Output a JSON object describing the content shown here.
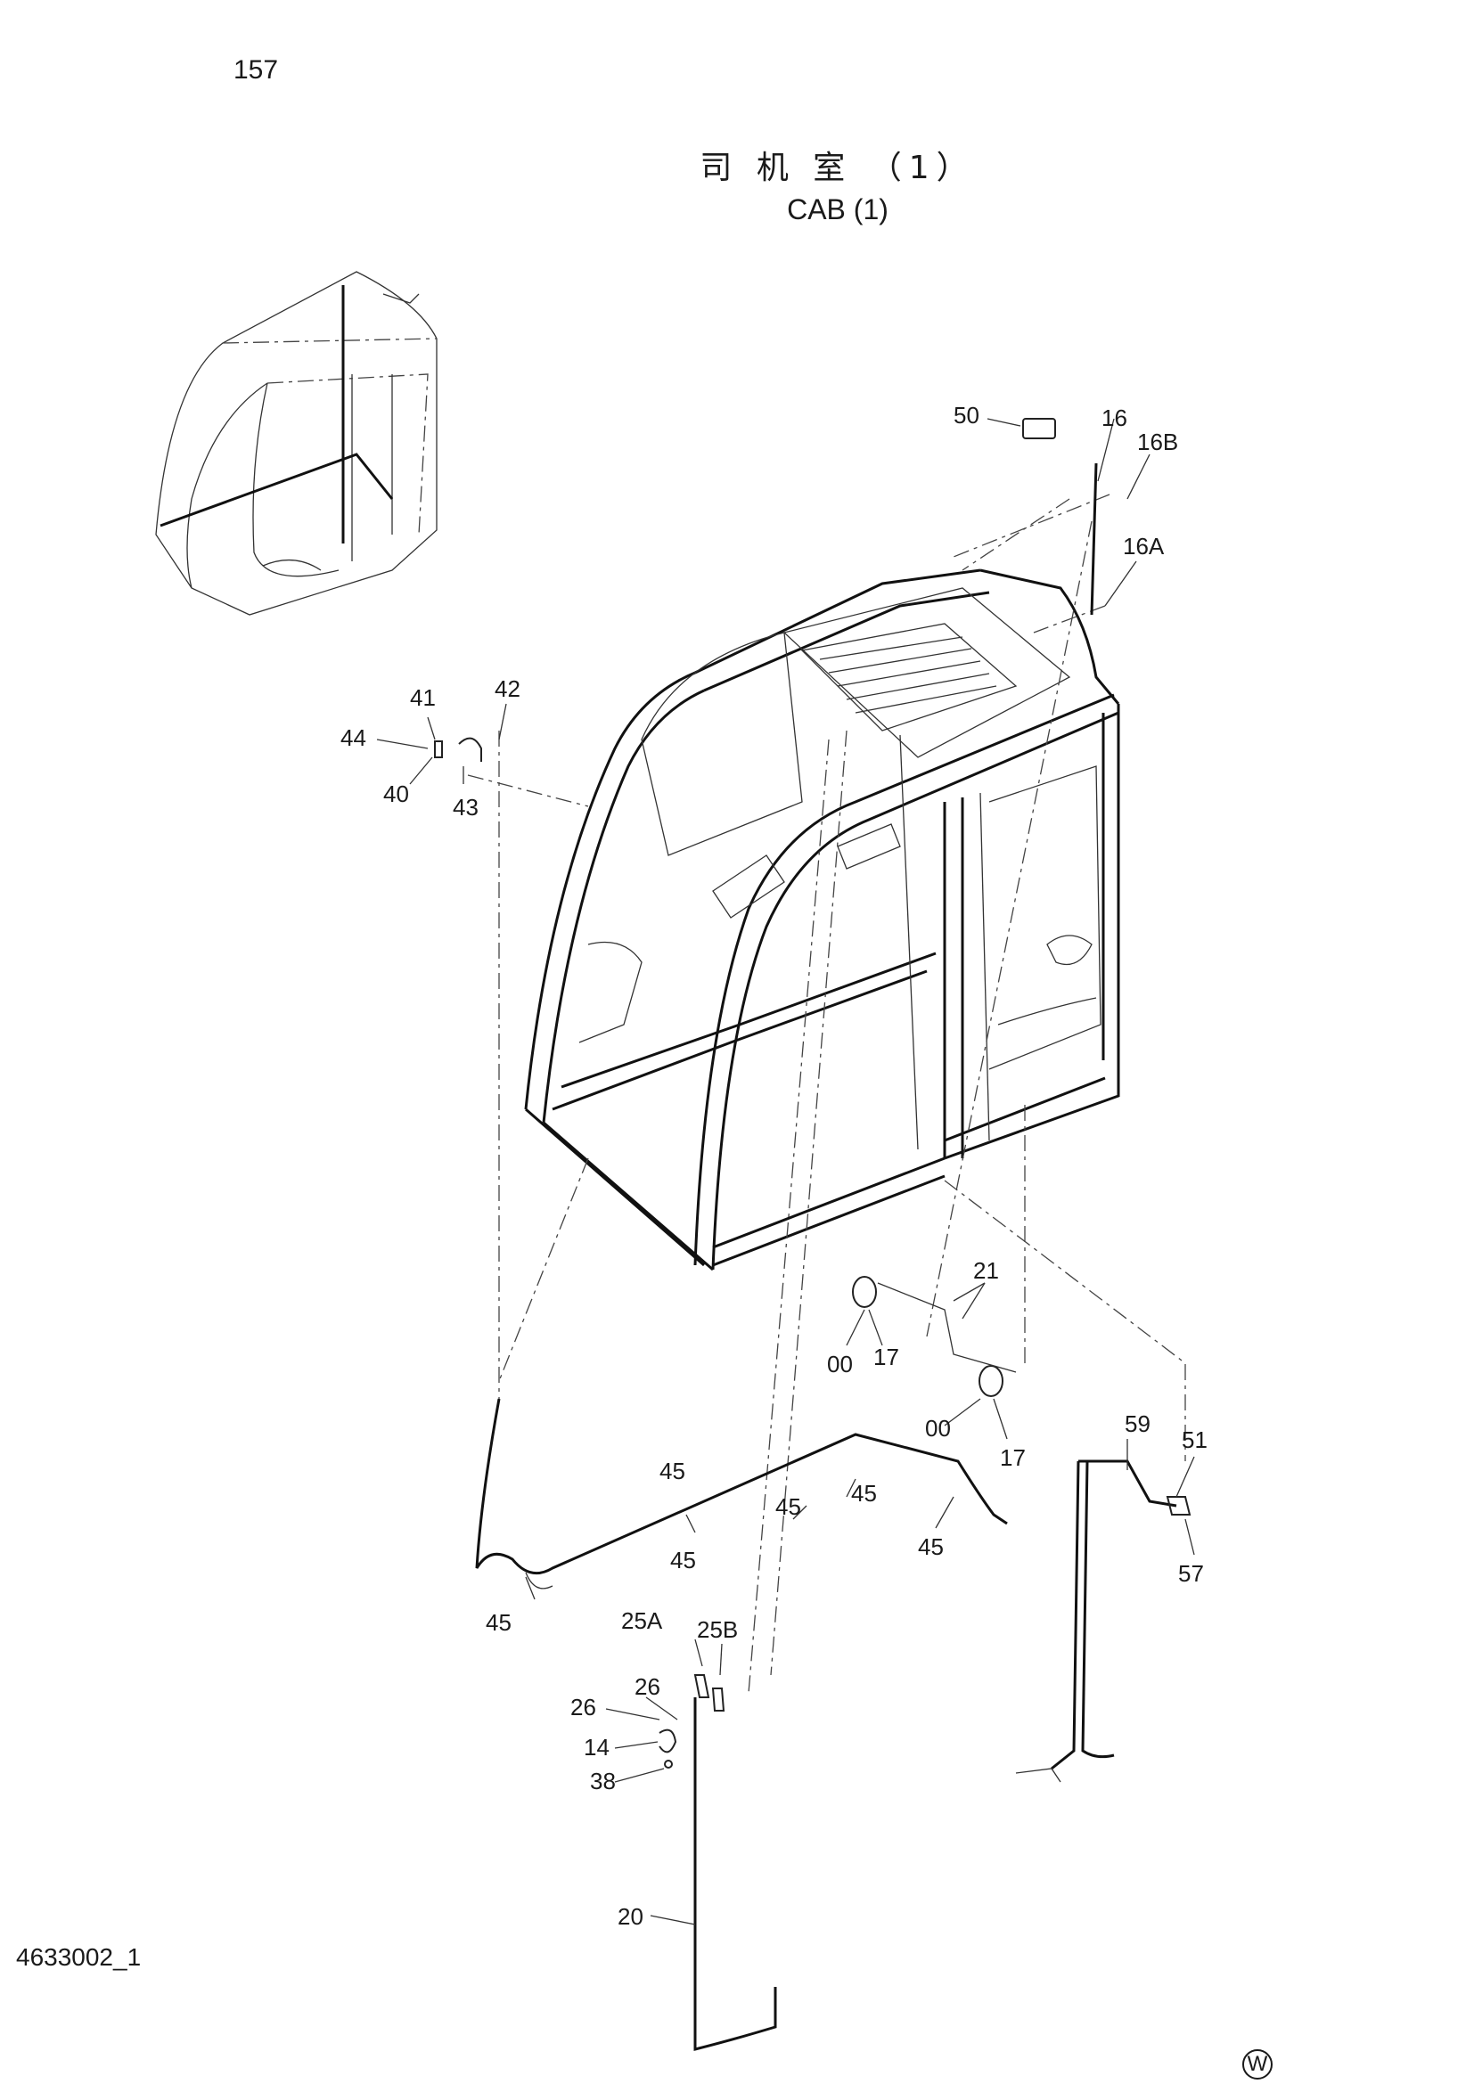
{
  "page_number": "157",
  "title_cn": "司 机 室 （1）",
  "title_en": "CAB (1)",
  "doc_code": "4633002_1",
  "corner_mark": "W",
  "part_labels": [
    "50",
    "16",
    "16B",
    "16A",
    "42",
    "41",
    "44",
    "40",
    "43",
    "21",
    "00",
    "17",
    "00",
    "17",
    "59",
    "51",
    "57",
    "45",
    "45",
    "45",
    "45",
    "45",
    "45",
    "25A",
    "25B",
    "26",
    "26",
    "14",
    "38",
    "20"
  ]
}
